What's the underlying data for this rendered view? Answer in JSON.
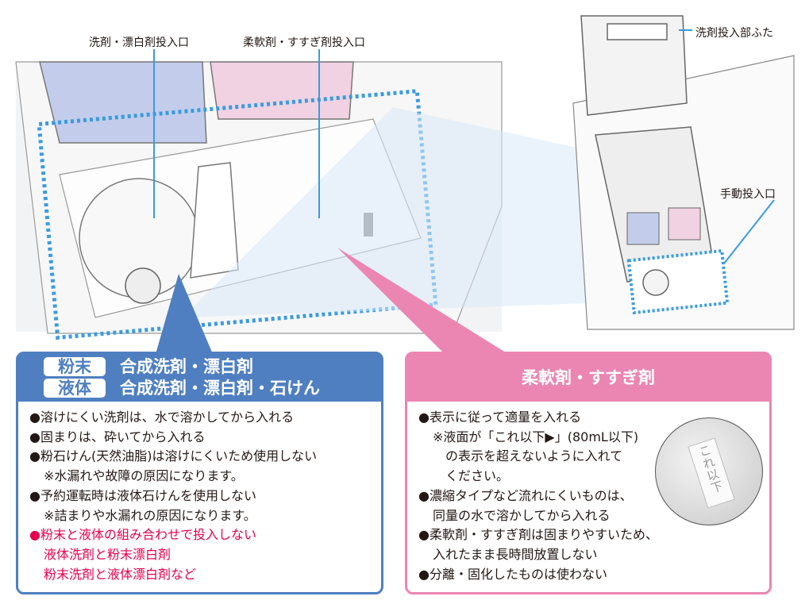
{
  "labels": {
    "detergent_inlet": "洗剤・漂白剤投入口",
    "softener_inlet": "柔軟剤・すすぎ剤投入口",
    "lid": "洗剤投入部ふた",
    "manual_inlet": "手動投入口"
  },
  "detergent_box": {
    "rows": [
      {
        "tag": "粉末",
        "title": "合成洗剤・漂白剤"
      },
      {
        "tag": "液体",
        "title": "合成洗剤・漂白剤・石けん"
      }
    ],
    "lines": [
      "●溶けにくい洗剤は、水で溶かしてから入れる",
      "●固まりは、砕いてから入れる",
      "●粉石けん(天然油脂)は溶けにくいため使用しない",
      "※水漏れや故障の原因になります。",
      "●予約運転時は液体石けんを使用しない",
      "※詰まりや水漏れの原因になります。"
    ],
    "warning_lines": [
      "●粉末と液体の組み合わせで投入しない",
      "液体洗剤と粉末漂白剤",
      "粉末洗剤と液体漂白剤など"
    ]
  },
  "softener_box": {
    "title": "柔軟剤・すすぎ剤",
    "lines": [
      "●表示に従って適量を入れる",
      "※液面が「これ以下▶」(80mL以下)",
      "の表示を超えないように入れて",
      "ください。",
      "●濃縮タイプなど流れにくいものは、",
      "同量の水で溶かしてから入れる",
      "●柔軟剤・すすぎ剤は固まりやすいため、",
      "入れたまま長時間放置しない",
      "●分離・固化したものは使わない"
    ],
    "marker_text": "これ以下"
  },
  "colors": {
    "detergent": "#4f7fc0",
    "softener": "#eb86b2",
    "warning": "#e5004f",
    "dotted_outline": "#3a9be0"
  }
}
